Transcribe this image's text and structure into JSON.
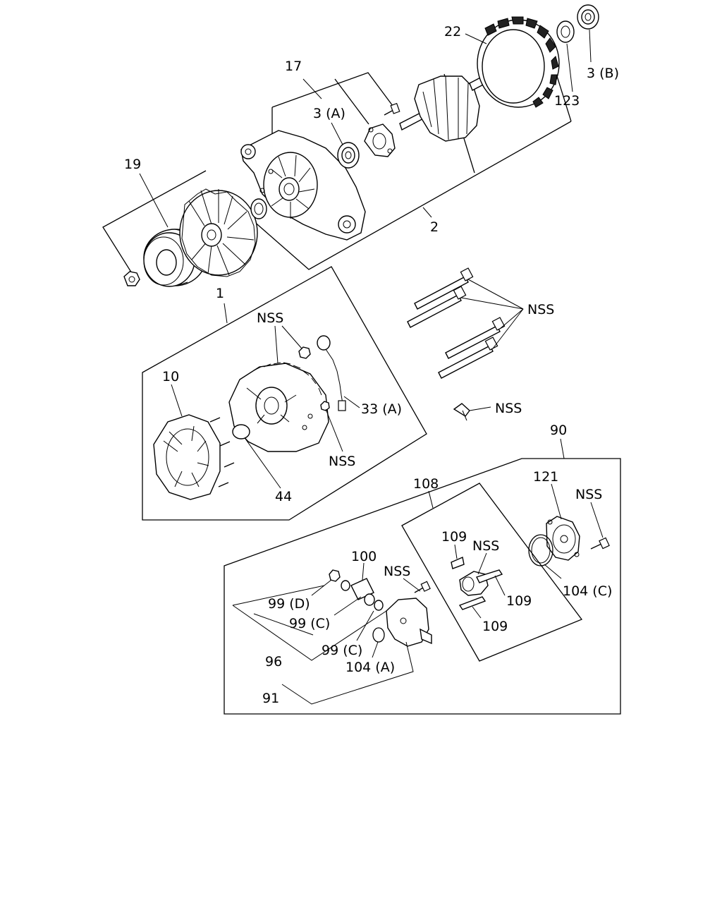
{
  "labels": {
    "l1": "1",
    "l2": "2",
    "l10": "10",
    "l17": "17",
    "l19": "19",
    "l22": "22",
    "l3a": "3 (A)",
    "l3b": "3 (B)",
    "l123": "123",
    "l44": "44",
    "l33a": "33 (A)",
    "nss_top": "NSS",
    "nss_bolts": "NSS",
    "nss_clip": "NSS",
    "nss_nut": "NSS",
    "l90": "90",
    "l121": "121",
    "nss_121": "NSS",
    "l104c": "104 (C)",
    "l108": "108",
    "l109a": "109",
    "nss_108": "NSS",
    "l109b": "109",
    "l109c": "109",
    "l100": "100",
    "nss_100": "NSS",
    "l99d": "99 (D)",
    "l99c1": "99 (C)",
    "l99c2": "99 (C)",
    "l104a": "104 (A)",
    "l96": "96",
    "l91": "91"
  },
  "colors": {
    "line": "#000000",
    "background": "#ffffff"
  }
}
